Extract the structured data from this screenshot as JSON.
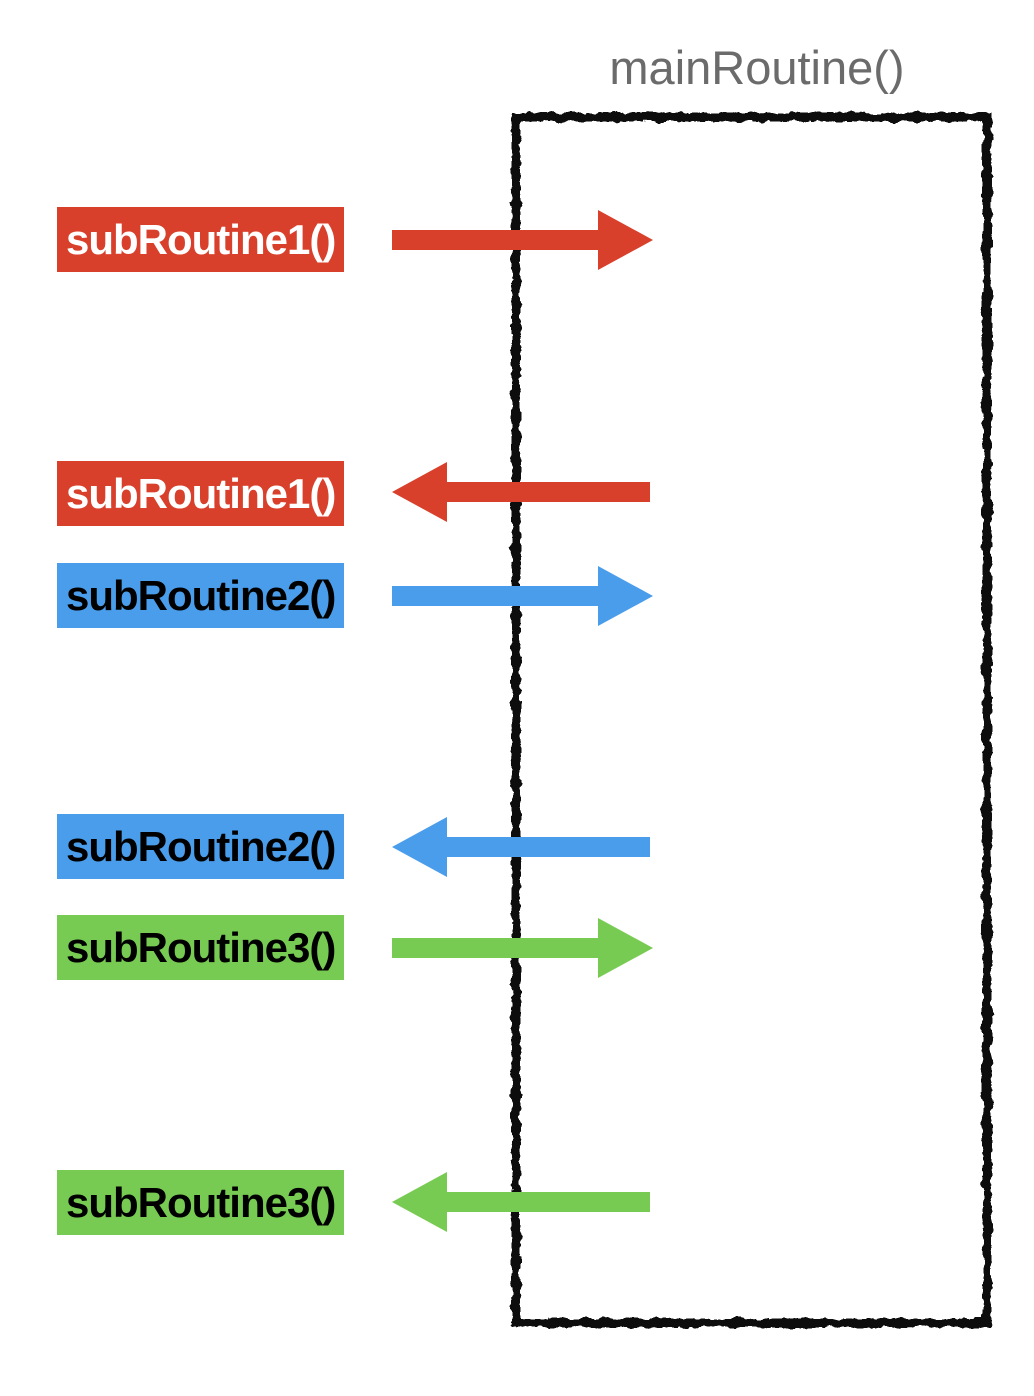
{
  "title": "mainRoutine()",
  "colors": {
    "red": "#D9402C",
    "blue": "#4A9DEB",
    "green": "#77CB52",
    "title_text": "#6B6B6B",
    "box_border": "#111111",
    "label_text_on_red": "#FFFFFF",
    "label_text_on_blue": "#000000",
    "label_text_on_green": "#000000"
  },
  "rows": [
    {
      "label": "subRoutine1()",
      "color": "red",
      "direction": "right"
    },
    {
      "label": "subRoutine1()",
      "color": "red",
      "direction": "left"
    },
    {
      "label": "subRoutine2()",
      "color": "blue",
      "direction": "right"
    },
    {
      "label": "subRoutine2()",
      "color": "blue",
      "direction": "left"
    },
    {
      "label": "subRoutine3()",
      "color": "green",
      "direction": "right"
    },
    {
      "label": "subRoutine3()",
      "color": "green",
      "direction": "left"
    }
  ]
}
